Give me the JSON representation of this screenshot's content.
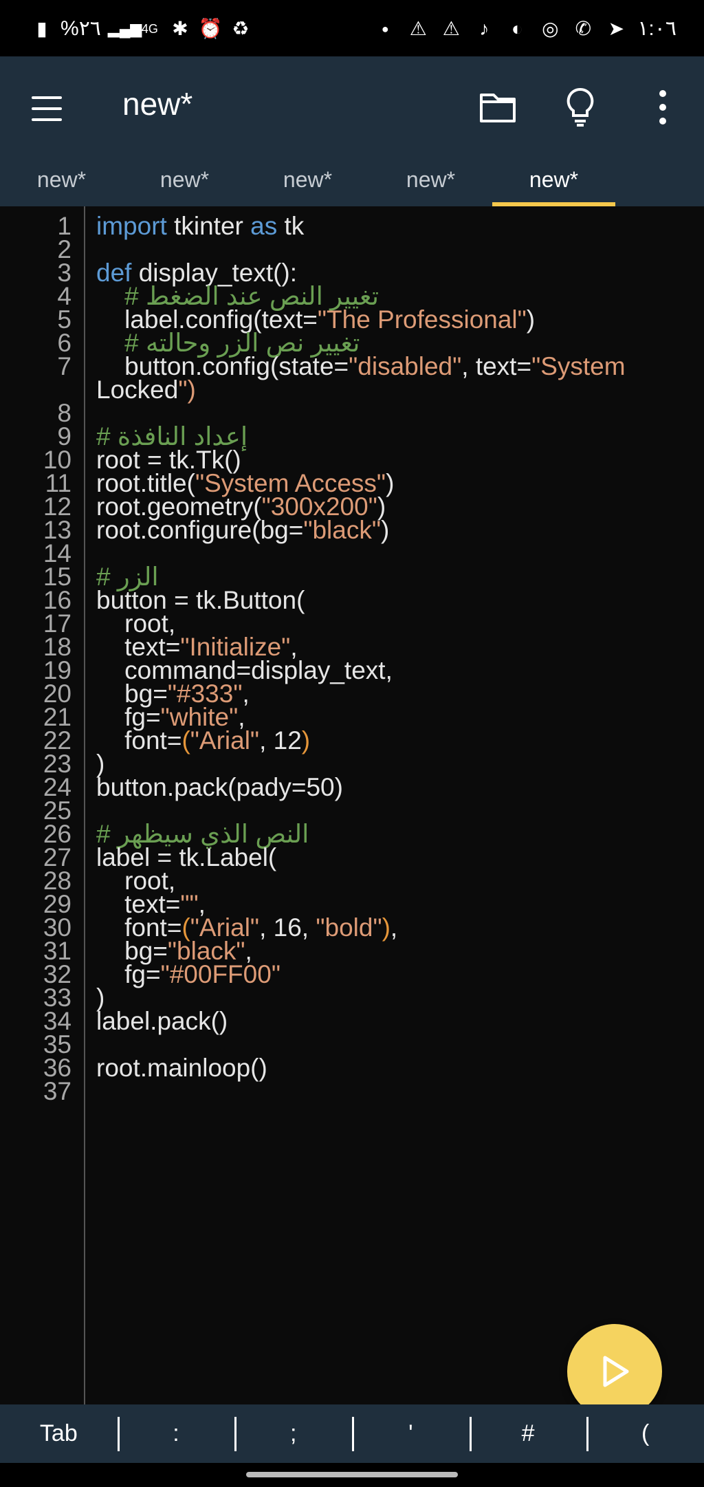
{
  "status_bar": {
    "battery": "%٢٦",
    "clock": "١:٠٦",
    "left_icons": [
      "battery-icon",
      "signal-icon",
      "network-4g-icon",
      "bluetooth-icon",
      "alarm-icon",
      "battery-saver-icon"
    ],
    "right_icons": [
      "dot-icon",
      "warning-icon",
      "warning-icon",
      "tiktok-icon",
      "app-icon",
      "chrome-icon",
      "whatsapp-icon",
      "telegram-icon"
    ]
  },
  "app_bar": {
    "title": "new*",
    "icons": [
      "menu-icon",
      "folder-icon",
      "lightbulb-icon",
      "more-vert-icon"
    ],
    "background": "#1f2f3d"
  },
  "tabs": [
    {
      "label": "new*",
      "active": false
    },
    {
      "label": "new*",
      "active": false
    },
    {
      "label": "new*",
      "active": false
    },
    {
      "label": "new*",
      "active": false
    },
    {
      "label": "new*",
      "active": true
    }
  ],
  "editor": {
    "lines": [
      {
        "n": "1",
        "code": "import tkinter as tk"
      },
      {
        "n": "2",
        "code": ""
      },
      {
        "n": "3",
        "code": "def display_text():"
      },
      {
        "n": "4",
        "code": "    # تغيير النص عند الضغط"
      },
      {
        "n": "5",
        "code": "    label.config(text=\"The Professional\")"
      },
      {
        "n": "6",
        "code": "    # تغيير نص الزر وحالته"
      },
      {
        "n": "7",
        "code": "    button.config(state=\"disabled\", text=\"System"
      },
      {
        "n": "",
        "code": "Locked\")"
      },
      {
        "n": "8",
        "code": ""
      },
      {
        "n": "9",
        "code": "# إعداد النافذة"
      },
      {
        "n": "10",
        "code": "root = tk.Tk()"
      },
      {
        "n": "11",
        "code": "root.title(\"System Access\")"
      },
      {
        "n": "12",
        "code": "root.geometry(\"300x200\")"
      },
      {
        "n": "13",
        "code": "root.configure(bg=\"black\")"
      },
      {
        "n": "14",
        "code": ""
      },
      {
        "n": "15",
        "code": "# الزر"
      },
      {
        "n": "16",
        "code": "button = tk.Button("
      },
      {
        "n": "17",
        "code": "    root,"
      },
      {
        "n": "18",
        "code": "    text=\"Initialize\","
      },
      {
        "n": "19",
        "code": "    command=display_text,"
      },
      {
        "n": "20",
        "code": "    bg=\"#333\","
      },
      {
        "n": "21",
        "code": "    fg=\"white\","
      },
      {
        "n": "22",
        "code": "    font=(\"Arial\", 12)"
      },
      {
        "n": "23",
        "code": ")"
      },
      {
        "n": "24",
        "code": "button.pack(pady=50)"
      },
      {
        "n": "25",
        "code": ""
      },
      {
        "n": "26",
        "code": "# النص الذي سيظهر"
      },
      {
        "n": "27",
        "code": "label = tk.Label("
      },
      {
        "n": "28",
        "code": "    root,"
      },
      {
        "n": "29",
        "code": "    text=\"\","
      },
      {
        "n": "30",
        "code": "    font=(\"Arial\", 16, \"bold\"),"
      },
      {
        "n": "31",
        "code": "    bg=\"black\","
      },
      {
        "n": "32",
        "code": "    fg=\"#00FF00\""
      },
      {
        "n": "33",
        "code": ")"
      },
      {
        "n": "34",
        "code": "label.pack()"
      },
      {
        "n": "35",
        "code": ""
      },
      {
        "n": "36",
        "code": "root.mainloop()"
      },
      {
        "n": "37",
        "code": ""
      }
    ],
    "colors": {
      "keyword": "#5d9bd6",
      "string": "#dd9b76",
      "comment": "#6a9f52",
      "paren": "#e5963a",
      "text": "#e6e6e6"
    }
  },
  "fab": {
    "icon": "play-icon",
    "color": "#f5d35f"
  },
  "extra_keys": [
    "Tab",
    ":",
    ";",
    "'",
    "#",
    "("
  ]
}
